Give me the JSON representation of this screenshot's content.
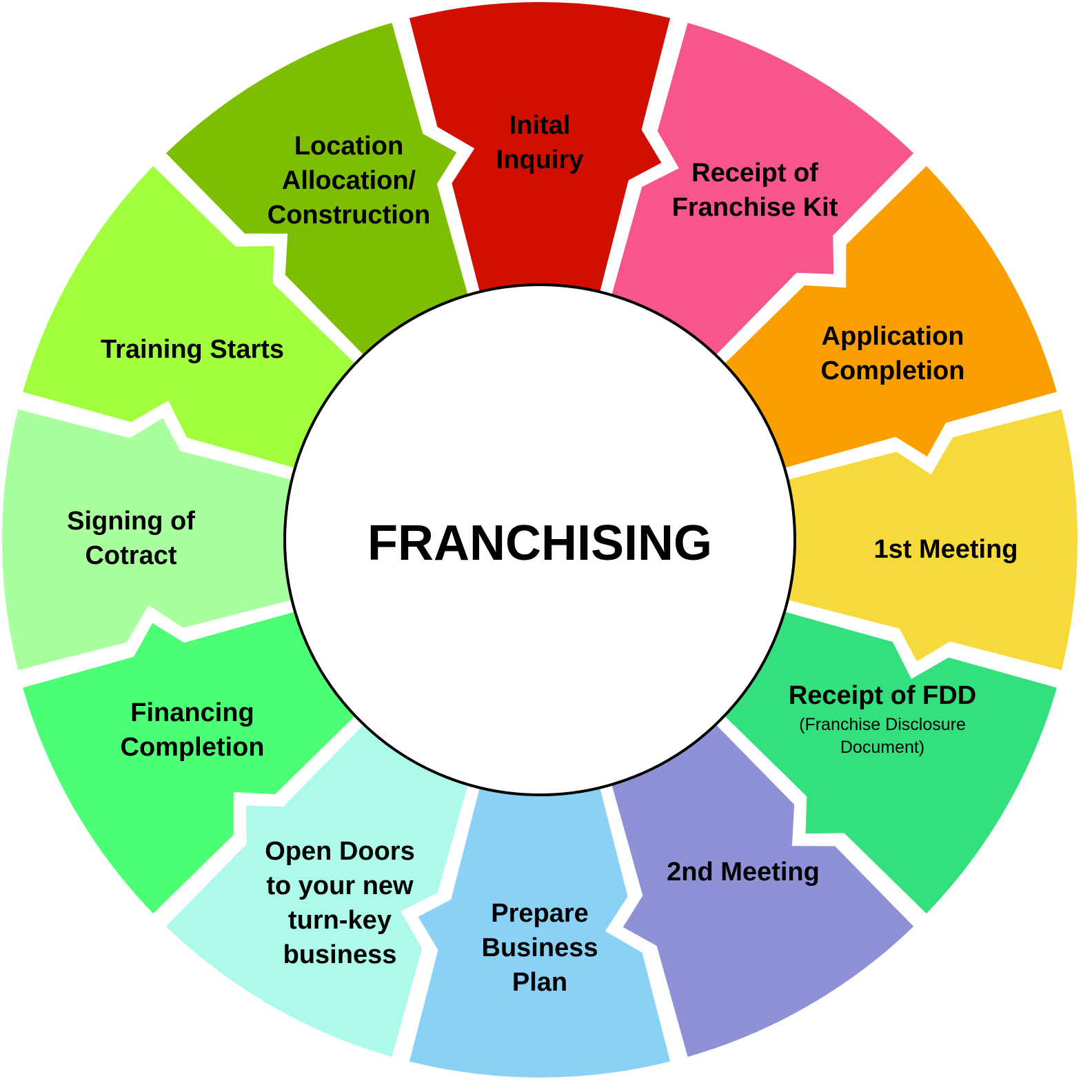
{
  "title": "FRANCHISING",
  "steps": [
    {
      "lines": [
        "Inital",
        "Inquiry"
      ],
      "color": "#d10f00"
    },
    {
      "lines": [
        "Receipt of",
        "Franchise Kit"
      ],
      "color": "#f7568a"
    },
    {
      "lines": [
        "Application",
        "Completion"
      ],
      "color": "#fb9f00"
    },
    {
      "lines": [
        "1st Meeting"
      ],
      "color": "#f6da3b"
    },
    {
      "lines": [
        "Receipt of FDD"
      ],
      "sub": [
        "(Franchise Disclosure",
        "Document)"
      ],
      "color": "#33e07d"
    },
    {
      "lines": [
        "2nd Meeting"
      ],
      "color": "#8f91d6"
    },
    {
      "lines": [
        "Prepare",
        "Business",
        "Plan"
      ],
      "color": "#89d1f5"
    },
    {
      "lines": [
        "Open Doors",
        "to your new",
        "turn-key",
        "business"
      ],
      "color": "#adfaea"
    },
    {
      "lines": [
        "Financing",
        "Completion"
      ],
      "color": "#4cff75"
    },
    {
      "lines": [
        "Signing of",
        "Cotract"
      ],
      "color": "#a9ff9d"
    },
    {
      "lines": [
        "Training Starts"
      ],
      "color": "#a1ff3d"
    },
    {
      "lines": [
        "Location",
        "Allocation/",
        "Construction"
      ],
      "color": "#7dbe00"
    }
  ]
}
